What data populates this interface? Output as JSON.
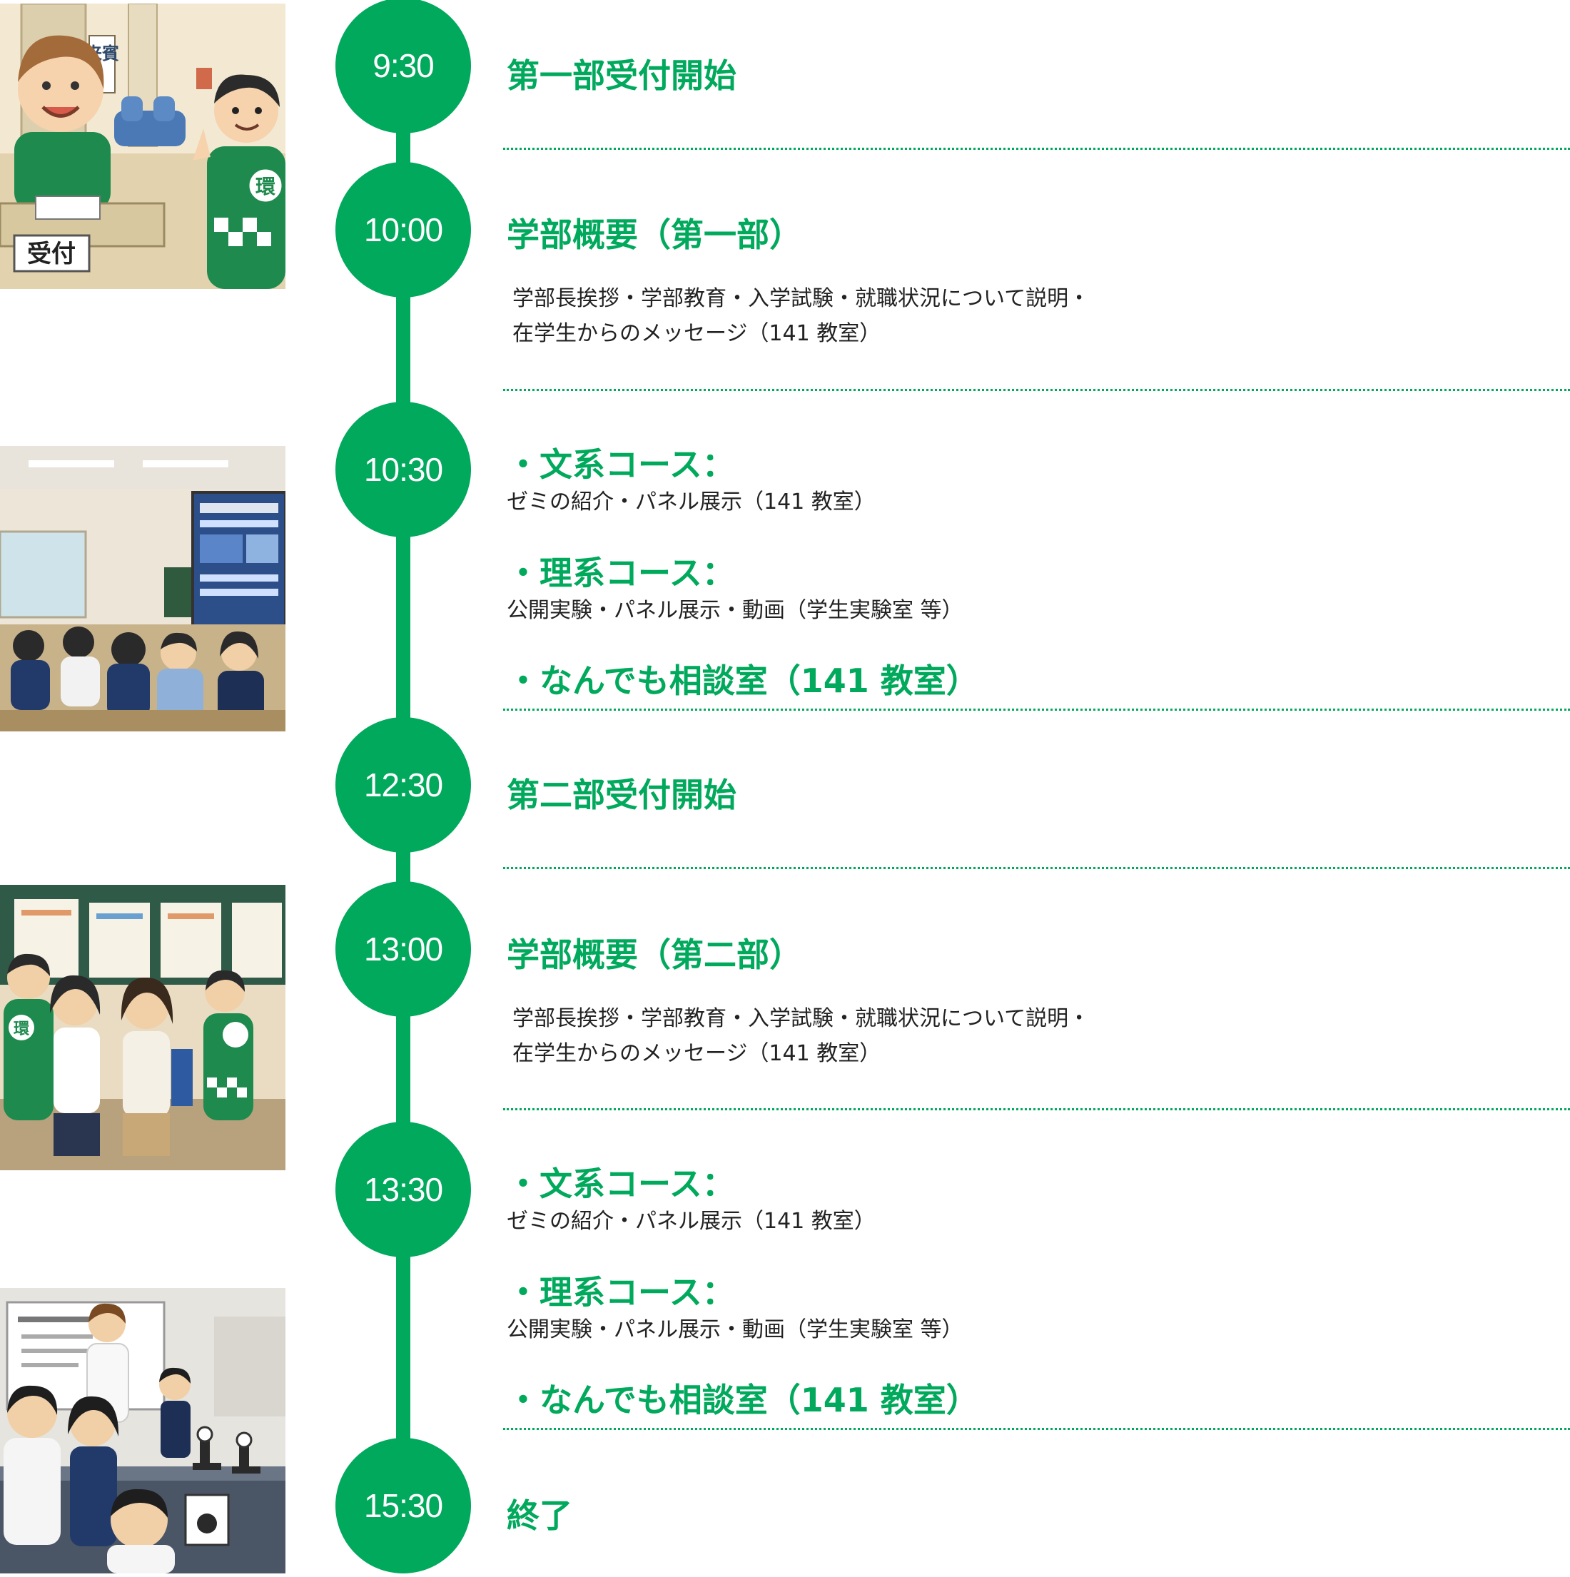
{
  "illustrations": {
    "reception": {
      "sign_reception": "受付",
      "sign_guest": "来賓",
      "badge": "環"
    },
    "classroom": {},
    "poster_session": {
      "badge": "環"
    },
    "lab": {}
  },
  "timeline": {
    "nodes": [
      {
        "time": "9:30"
      },
      {
        "time": "10:00"
      },
      {
        "time": "10:30"
      },
      {
        "time": "12:30"
      },
      {
        "time": "13:00"
      },
      {
        "time": "13:30"
      },
      {
        "time": "15:30"
      }
    ],
    "events": {
      "reception_part1": {
        "title": "第一部受付開始"
      },
      "overview_part1": {
        "title": "学部概要（第一部）",
        "desc_line1": "学部長挨拶・学部教育・入学試験・就職状況について説明・",
        "desc_line2": "在学生からのメッセージ（141 教室）"
      },
      "courses_part1": {
        "humanities_title": "・文系コース：",
        "humanities_desc": "ゼミの紹介・パネル展示（141 教室）",
        "science_title": "・理系コース：",
        "science_desc": "公開実験・パネル展示・動画（学生実験室 等）",
        "consult_title": "・なんでも相談室（141 教室）"
      },
      "reception_part2": {
        "title": "第二部受付開始"
      },
      "overview_part2": {
        "title": "学部概要（第二部）",
        "desc_line1": "学部長挨拶・学部教育・入学試験・就職状況について説明・",
        "desc_line2": "在学生からのメッセージ（141 教室）"
      },
      "courses_part2": {
        "humanities_title": "・文系コース：",
        "humanities_desc": "ゼミの紹介・パネル展示（141 教室）",
        "science_title": "・理系コース：",
        "science_desc": "公開実験・パネル展示・動画（学生実験室 等）",
        "consult_title": "・なんでも相談室（141 教室）"
      },
      "end": {
        "title": "終了"
      }
    }
  },
  "colors": {
    "accent": "#00a95c",
    "text": "#222222",
    "background": "#ffffff"
  }
}
